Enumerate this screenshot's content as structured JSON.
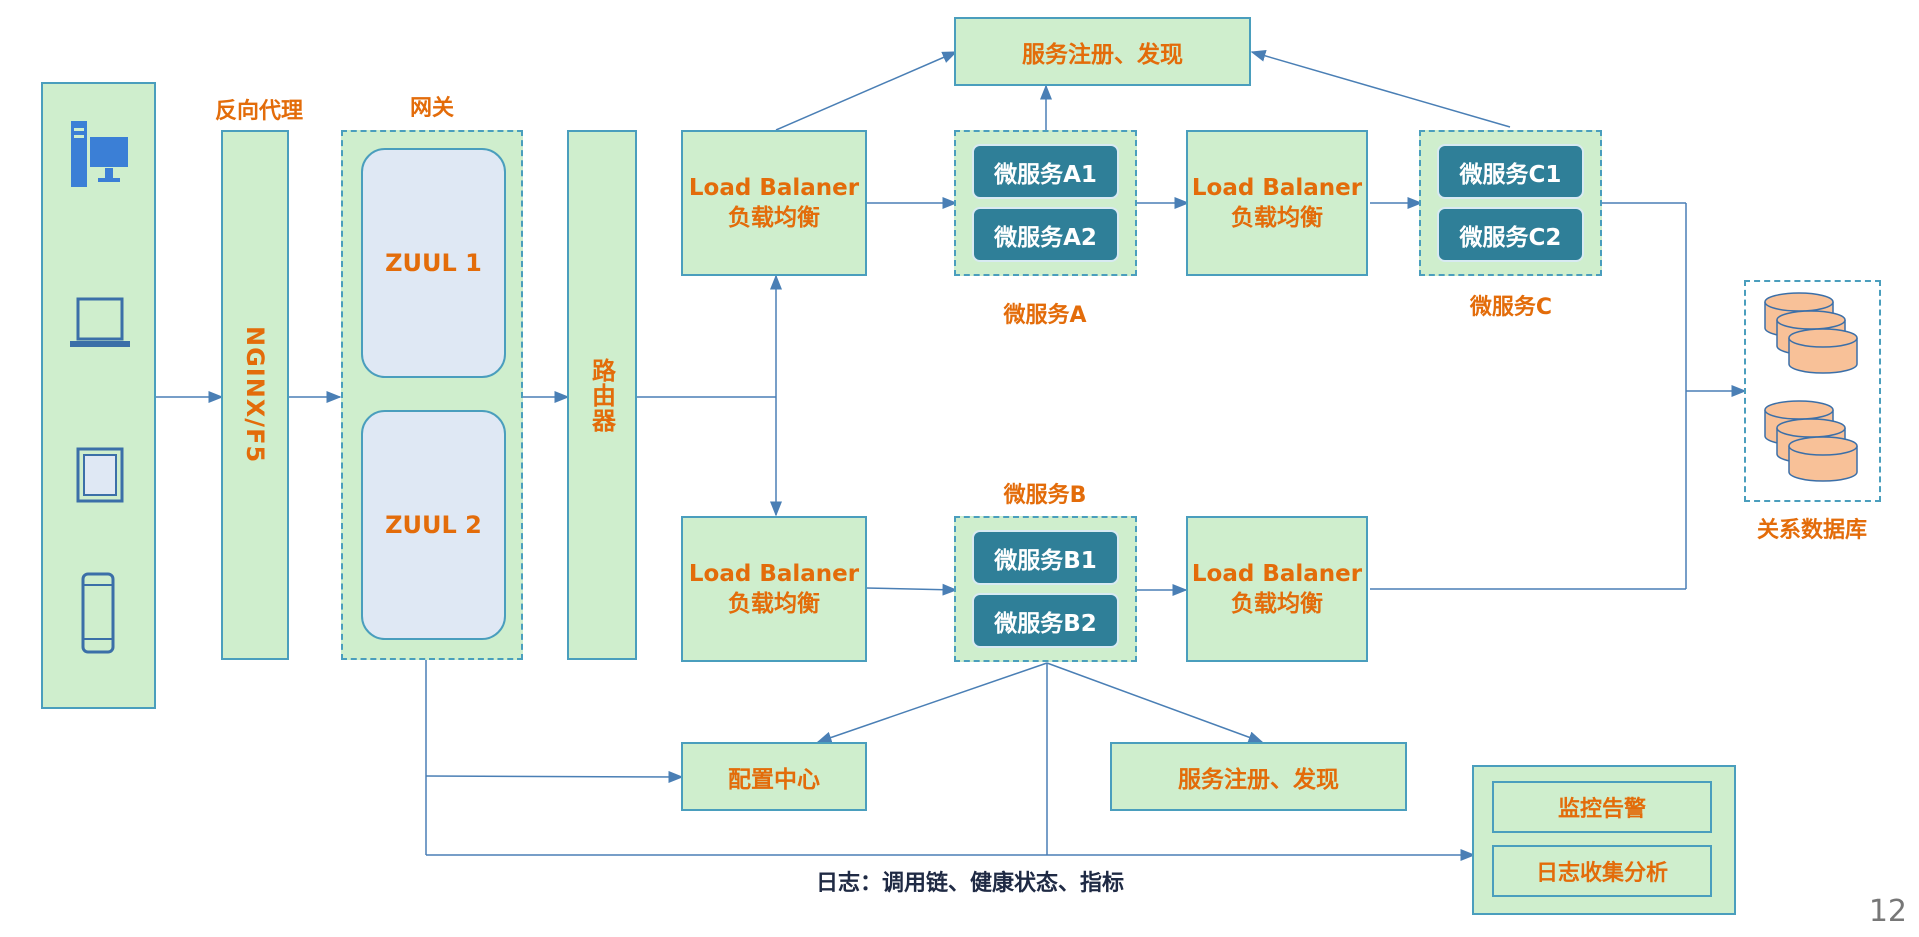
{
  "labels": {
    "reverse_proxy": "反向代理",
    "gateway": "网关",
    "nginx": "NGINX/F5",
    "zuul1": "ZUUL 1",
    "zuul2": "ZUUL 2",
    "router": "路由器",
    "lb_en": "Load Balaner",
    "lb_cn": "负载均衡",
    "service_registry": "服务注册、发现",
    "ms_a1": "微服务A1",
    "ms_a2": "微服务A2",
    "ms_a": "微服务A",
    "ms_b1": "微服务B1",
    "ms_b2": "微服务B2",
    "ms_b": "微服务B",
    "ms_c1": "微服务C1",
    "ms_c2": "微服务C2",
    "ms_c": "微服务C",
    "relational_db": "关系数据库",
    "config_center": "配置中心",
    "monitor_alert": "监控告警",
    "log_analysis": "日志收集分析",
    "log_caption": "日志：调用链、健康状态、指标"
  },
  "icons": [
    "desktop-icon",
    "laptop-icon",
    "tablet-icon",
    "phone-icon",
    "database-icon"
  ],
  "colors": {
    "fill": "#cfeecd",
    "border": "#4a9ebd",
    "text": "#e36c0a",
    "service": "#2f7f98",
    "db": "#f8c198"
  },
  "page_number": "12"
}
